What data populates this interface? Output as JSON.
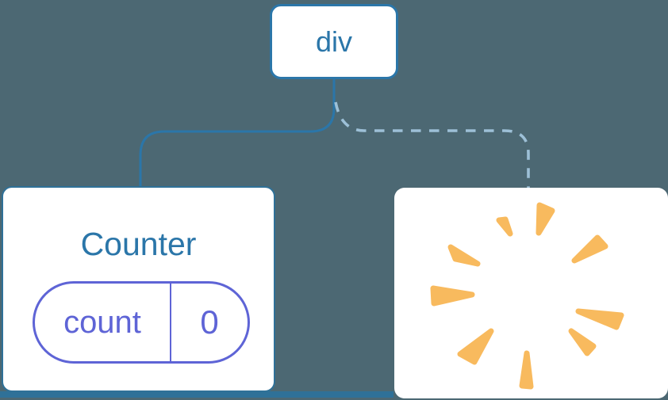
{
  "diagram": {
    "name": "component-tree",
    "root": {
      "label": "div"
    },
    "counter_card": {
      "title": "Counter",
      "state": {
        "key": "count",
        "value": "0"
      }
    },
    "removed_card": {
      "icon": "poof-burst-icon"
    }
  },
  "colors": {
    "background": "#4c6873",
    "node_blue": "#2b76a9",
    "card_border": "#2f7198",
    "solid_line": "#2b76a9",
    "dashed_line": "#9dc0d7",
    "state_purple": "#5e64d6",
    "burst_amber": "#f8ba5e",
    "card_white": "#ffffff"
  }
}
